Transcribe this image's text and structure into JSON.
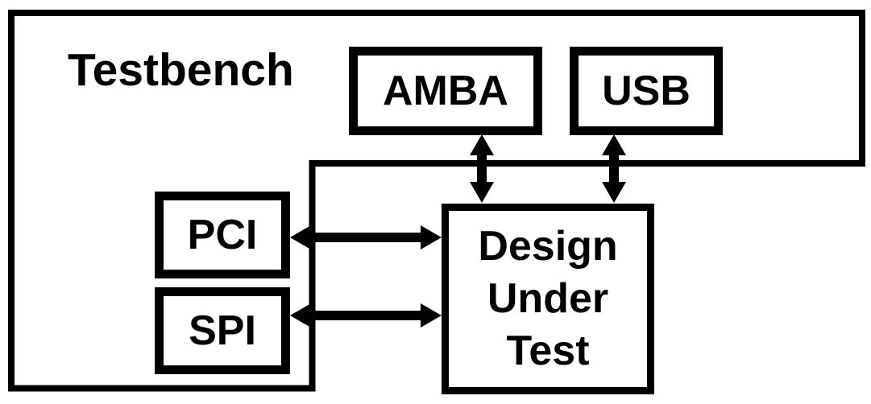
{
  "diagram": {
    "container_label": "Testbench",
    "blocks": [
      {
        "id": "amba",
        "label": "AMBA"
      },
      {
        "id": "usb",
        "label": "USB"
      },
      {
        "id": "pci",
        "label": "PCI"
      },
      {
        "id": "spi",
        "label": "SPI"
      },
      {
        "id": "dut",
        "label": "Design Under Test"
      }
    ],
    "connections": [
      {
        "from": "AMBA",
        "to": "Design Under Test",
        "type": "bidirectional-arrow"
      },
      {
        "from": "USB",
        "to": "Design Under Test",
        "type": "bidirectional-arrow"
      },
      {
        "from": "PCI",
        "to": "Design Under Test",
        "type": "bidirectional-arrow"
      },
      {
        "from": "SPI",
        "to": "Design Under Test",
        "type": "bidirectional-arrow"
      }
    ],
    "colors": {
      "foreground": "#000000",
      "background": "#ffffff"
    }
  }
}
